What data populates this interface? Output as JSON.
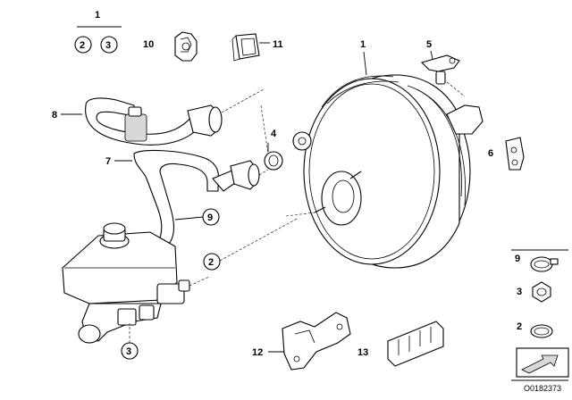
{
  "diagram": {
    "doc_number": "O0182373",
    "callouts": {
      "c1_top": "1",
      "c2_top": "2",
      "c3_top": "3",
      "c10": "10",
      "c11": "11",
      "c1_booster": "1",
      "c5": "5",
      "c8": "8",
      "c4": "4",
      "c6": "6",
      "c7": "7",
      "c9": "9",
      "c2_mid": "2",
      "c3_bottom": "3",
      "c12": "12",
      "c13": "13",
      "c9_legend": "9",
      "c3_legend": "3",
      "c2_legend": "2"
    }
  }
}
